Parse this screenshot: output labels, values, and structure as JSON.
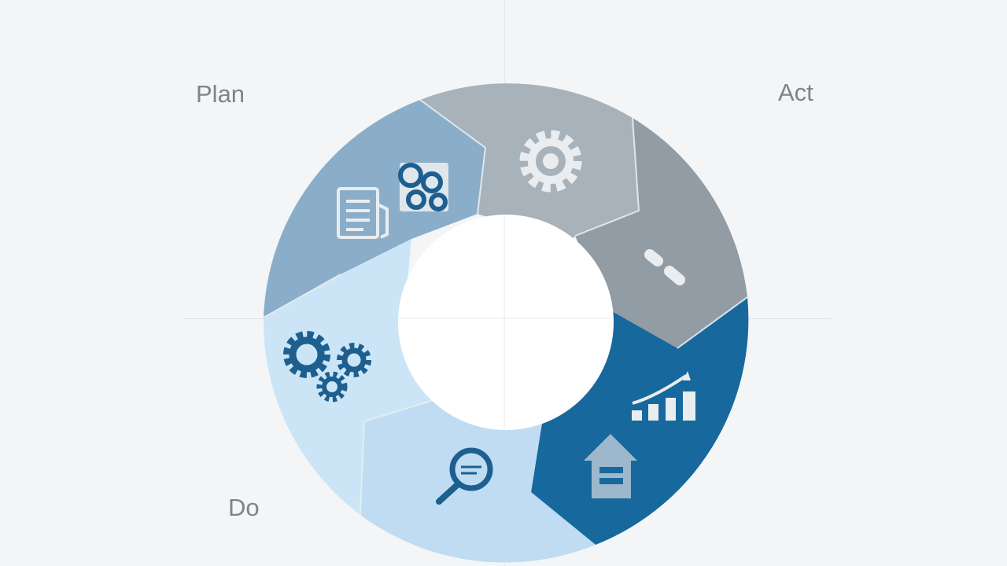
{
  "stages": {
    "plan": {
      "title": "Plan",
      "body": "",
      "icons": [
        "document-icon",
        "gears-icon"
      ]
    },
    "act": {
      "title": "Act",
      "body": "",
      "icons": [
        "gear-icon",
        "link-icon"
      ]
    },
    "do": {
      "title": "Do",
      "body": "",
      "icons": [
        "gears-icon",
        "magnifier-icon"
      ]
    },
    "check": {
      "title": "",
      "icons": [
        "growth-chart-icon",
        "home-icon"
      ]
    }
  },
  "colors": {
    "plan_segment": "#8aaec9",
    "act_upper_segment": "#a8b2ba",
    "act_lower_segment": "#929ca5",
    "check_segment": "#17689c",
    "do_lower_segment": "#bfdcf2",
    "do_upper_segment": "#cbe5f6",
    "background": "#f3f5f7",
    "hole": "#ffffff",
    "icon_dark_blue": "#1d5f8f",
    "icon_light": "#e9edf0"
  }
}
